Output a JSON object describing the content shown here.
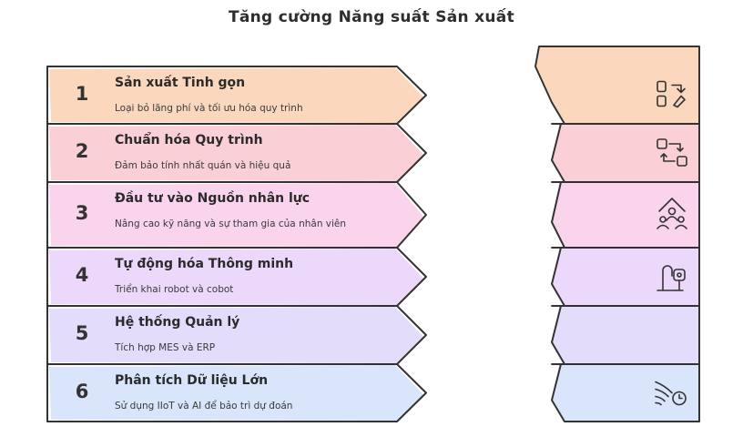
{
  "title": "Tăng cường Năng suất Sản xuất",
  "steps": [
    {
      "number": "1",
      "title": "Sản xuất Tinh gọn",
      "desc": "Loại bỏ lãng phí và tối ưu hóa quy trình",
      "color": "#fbd8bd",
      "icon": "process-swap-icon"
    },
    {
      "number": "2",
      "title": "Chuẩn hóa Quy trình",
      "desc": "Đảm bảo tính nhất quán và hiệu quả",
      "color": "#fbcfd6",
      "icon": "workflow-icon"
    },
    {
      "number": "3",
      "title": "Đầu tư vào Nguồn nhân lực",
      "desc": "Nâng cao kỹ năng và sự tham gia của nhân viên",
      "color": "#fad3ec",
      "icon": "team-growth-icon"
    },
    {
      "number": "4",
      "title": "Tự động hóa Thông minh",
      "desc": "Triển khai robot và cobot",
      "color": "#ecd8fa",
      "icon": "robot-arm-icon"
    },
    {
      "number": "5",
      "title": "Hệ thống Quản lý",
      "desc": "Tích hợp MES và ERP",
      "color": "#e3dcfb",
      "icon": "blank-icon"
    },
    {
      "number": "6",
      "title": "Phân tích Dữ liệu Lớn",
      "desc": "Sử dụng IIoT và AI để bảo trì dự đoán",
      "color": "#d8e5fb",
      "icon": "data-stream-icon"
    }
  ],
  "outline_color": "#333333"
}
